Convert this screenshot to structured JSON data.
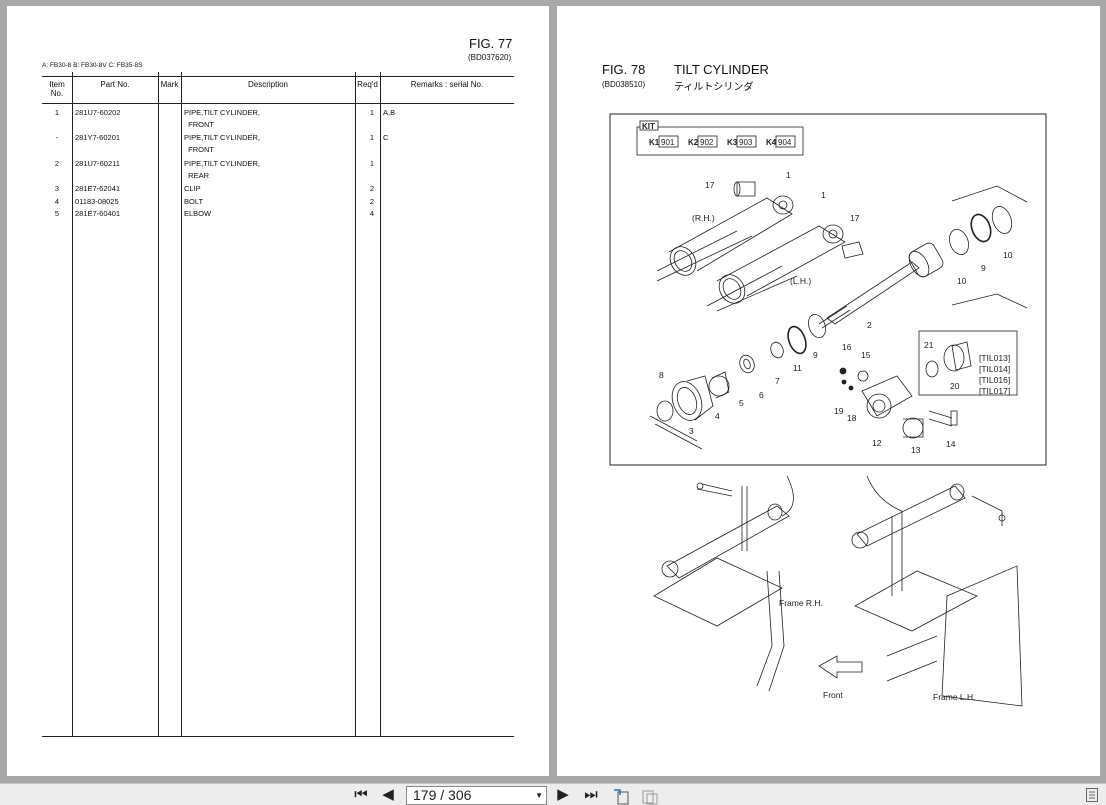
{
  "left_page": {
    "fig_title": "FIG. 77",
    "fig_code": "(BD037620)",
    "variants": "A: FB30-8   B: FB30-8V   C: FB35-8S",
    "headers": {
      "item": "Item No.",
      "part": "Part No.",
      "mark": "Mark",
      "desc": "Description",
      "req": "Req'd",
      "remarks": "Remarks : serial No."
    },
    "rows": [
      {
        "item": "1",
        "part": "281U7-60202",
        "desc": "PIPE,TILT CYLINDER,\n  FRONT",
        "req": "1",
        "remarks": "A,B"
      },
      {
        "item": "-",
        "part": "281Y7-60201",
        "desc": "PIPE,TILT CYLINDER,\n  FRONT",
        "req": "1",
        "remarks": "C"
      },
      {
        "item": "2",
        "part": "281U7-60211",
        "desc": "PIPE,TILT CYLINDER,\n  REAR",
        "req": "1",
        "remarks": ""
      },
      {
        "item": "3",
        "part": "281E7-62041",
        "desc": "CLIP",
        "req": "2",
        "remarks": ""
      },
      {
        "item": "4",
        "part": "01183-08025",
        "desc": "BOLT",
        "req": "2",
        "remarks": ""
      },
      {
        "item": "5",
        "part": "281E7-60401",
        "desc": "ELBOW",
        "req": "4",
        "remarks": ""
      }
    ]
  },
  "right_page": {
    "fig_title": "FIG. 78",
    "fig_name": "TILT CYLINDER",
    "fig_code": "(BD038510)",
    "jp_name": "ティルトシリンダ",
    "kit": {
      "label": "KIT",
      "items": [
        {
          "k": "K1",
          "code": "901"
        },
        {
          "k": "K2",
          "code": "902"
        },
        {
          "k": "K3",
          "code": "903"
        },
        {
          "k": "K4",
          "code": "904"
        }
      ]
    },
    "callouts": [
      "17",
      "1",
      "1",
      "17",
      "2",
      "10",
      "9",
      "10",
      "(R.H.)",
      "(L.H.)",
      "16",
      "15",
      "8",
      "4",
      "5",
      "6",
      "7",
      "11",
      "9",
      "3",
      "19",
      "18",
      "12",
      "13",
      "14",
      "21",
      "20"
    ],
    "til_codes": [
      "[TIL013]",
      "[TIL014]",
      "[TIL016]",
      "[TIL017]"
    ],
    "labels": {
      "frame_rh": "Frame R.H.",
      "frame_lh": "Frame L.H.",
      "front": "Front"
    }
  },
  "toolbar": {
    "page_value": "179 / 306"
  }
}
